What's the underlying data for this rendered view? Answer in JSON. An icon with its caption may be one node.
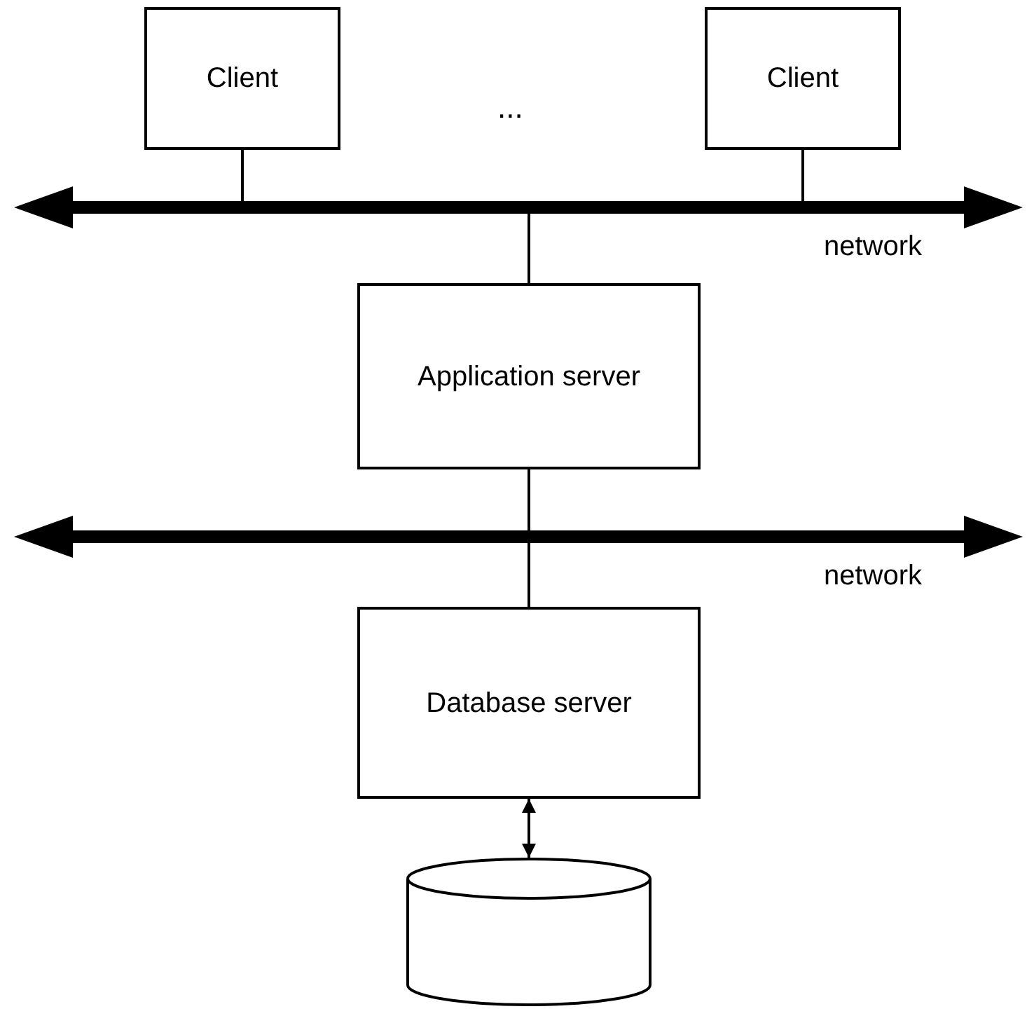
{
  "diagram": {
    "nodes": [
      {
        "text": [
          "Client"
        ]
      },
      {
        "text": [
          "Client"
        ]
      },
      {
        "text": [
          "network"
        ]
      },
      {
        "text": [
          "Application server"
        ]
      },
      {
        "text": [
          "network"
        ]
      },
      {
        "text": [
          "Database server"
        ]
      },
      {
        "text": [],
        "shape": "cylinder"
      }
    ],
    "edges": [
      {
        "from": 0,
        "to": 2,
        "arrow": "none"
      },
      {
        "from": 1,
        "to": 2,
        "arrow": "none"
      },
      {
        "from": 2,
        "to": 3,
        "arrow": "none"
      },
      {
        "from": 3,
        "to": 4,
        "arrow": "none"
      },
      {
        "from": 4,
        "to": 5,
        "arrow": "none"
      },
      {
        "from": 5,
        "to": 6,
        "arrow": "both"
      }
    ],
    "labels": [
      "..."
    ]
  }
}
